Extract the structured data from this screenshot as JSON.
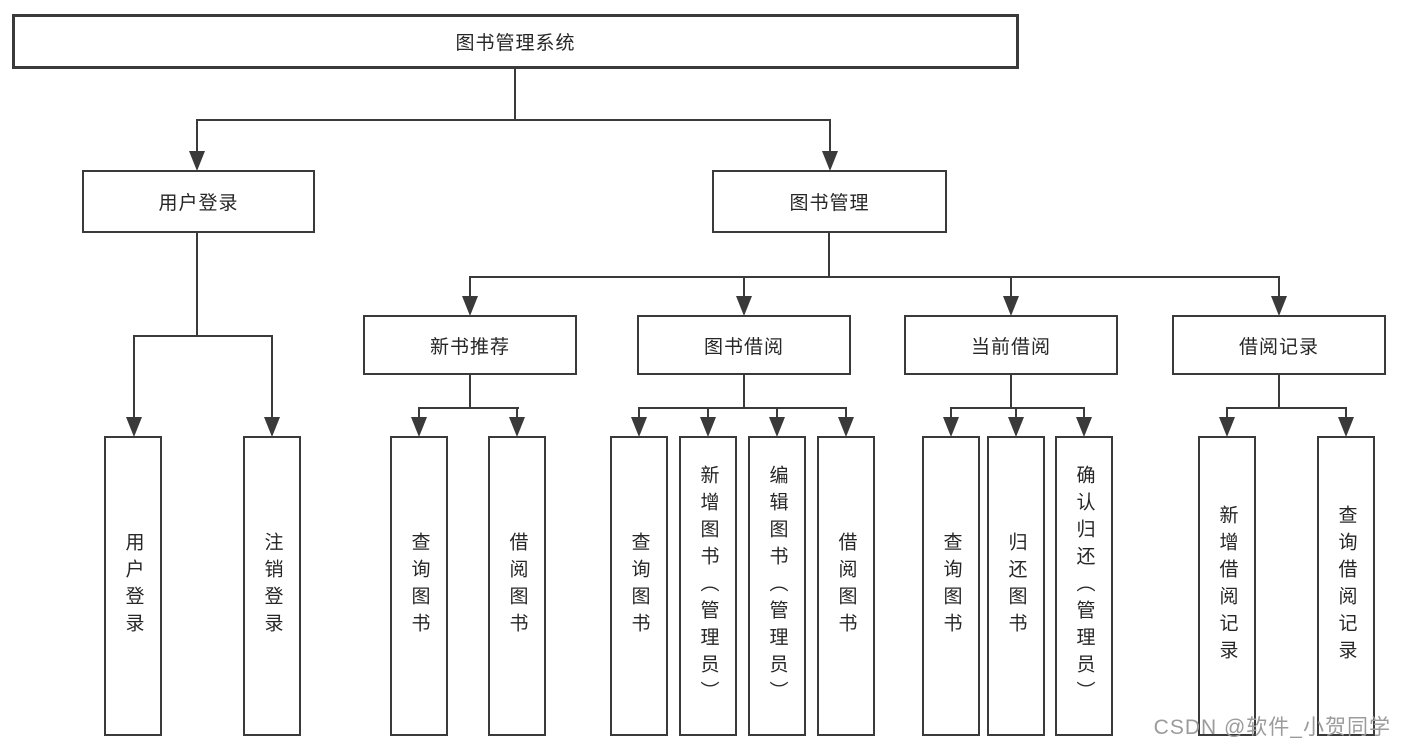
{
  "tree": {
    "root": {
      "label": "图书管理系统"
    },
    "user_login": {
      "label": "用户登录",
      "children": [
        {
          "label": "用户登录"
        },
        {
          "label": "注销登录"
        }
      ]
    },
    "book_mgmt": {
      "label": "图书管理",
      "children": [
        {
          "label": "新书推荐",
          "children": [
            {
              "label": "查询图书"
            },
            {
              "label": "借阅图书"
            }
          ]
        },
        {
          "label": "图书借阅",
          "children": [
            {
              "label": "查询图书"
            },
            {
              "label": "新增图书（管理员）"
            },
            {
              "label": "编辑图书（管理员）"
            },
            {
              "label": "借阅图书"
            }
          ]
        },
        {
          "label": "当前借阅",
          "children": [
            {
              "label": "查询图书"
            },
            {
              "label": "归还图书"
            },
            {
              "label": "确认归还（管理员）"
            }
          ]
        },
        {
          "label": "借阅记录",
          "children": [
            {
              "label": "新增借阅记录"
            },
            {
              "label": "查询借阅记录"
            }
          ]
        }
      ]
    }
  },
  "watermark": {
    "text": "CSDN @软件_小贺同学"
  },
  "colors": {
    "line": "#3a3a3a",
    "box_border": "#3a3a3a",
    "text": "#262626",
    "watermark": "#9b9b9b",
    "background": "#ffffff"
  }
}
